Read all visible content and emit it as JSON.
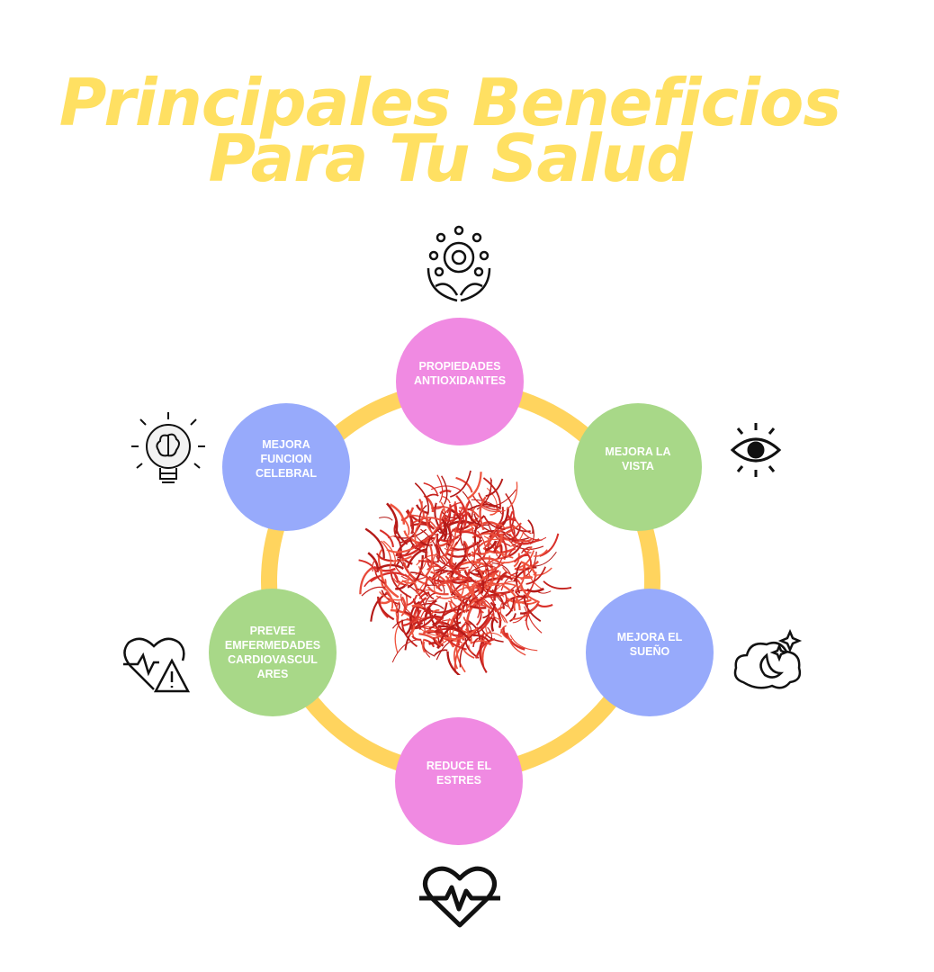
{
  "title": {
    "line1": "Principales Beneficios",
    "line2": "Para Tu Salud"
  },
  "colors": {
    "title": "#FFE062",
    "ring": "#FFD45E",
    "pink": "#F08AE2",
    "green": "#A8D888",
    "blue": "#97AAFB",
    "saffron": "#D9302A"
  },
  "benefits": [
    {
      "label": "PROPIEDADES\nANTIOXIDANTES",
      "icon": "antioxidant-hands-icon"
    },
    {
      "label": "MEJORA LA\nVISTA",
      "icon": "eye-icon"
    },
    {
      "label": "MEJORA EL\nSUEÑO",
      "icon": "moon-cloud-icon"
    },
    {
      "label": "REDUCE EL\nESTRES",
      "icon": "heartbeat-icon"
    },
    {
      "label": "PREVEE\nEMFERMEDADES\nCARDIOVASCUL\nARES",
      "icon": "heart-warning-icon"
    },
    {
      "label": "MEJORA\nFUNCION\nCELEBRAL",
      "icon": "brain-bulb-icon"
    }
  ]
}
